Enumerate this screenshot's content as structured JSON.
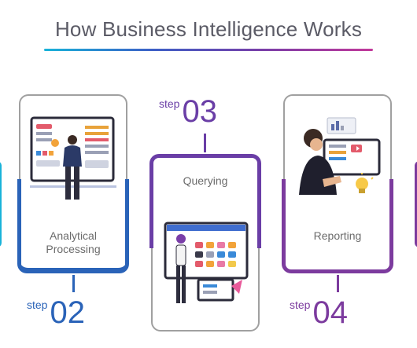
{
  "title": "How Business Intelligence Works",
  "colors": {
    "blue": "#2a63b8",
    "purple": "#6a3ea6",
    "violet": "#7c3b9e",
    "gray_frame": "#9a9a9a",
    "cyan_edge": "#19b3d9"
  },
  "cards": [
    {
      "label_line1": "Analytical",
      "label_line2": "Processing",
      "step_word": "step",
      "step_number": "02"
    },
    {
      "label": "Querying",
      "step_word": "step",
      "step_number": "03"
    },
    {
      "label": "Reporting",
      "step_word": "step",
      "step_number": "04"
    }
  ]
}
